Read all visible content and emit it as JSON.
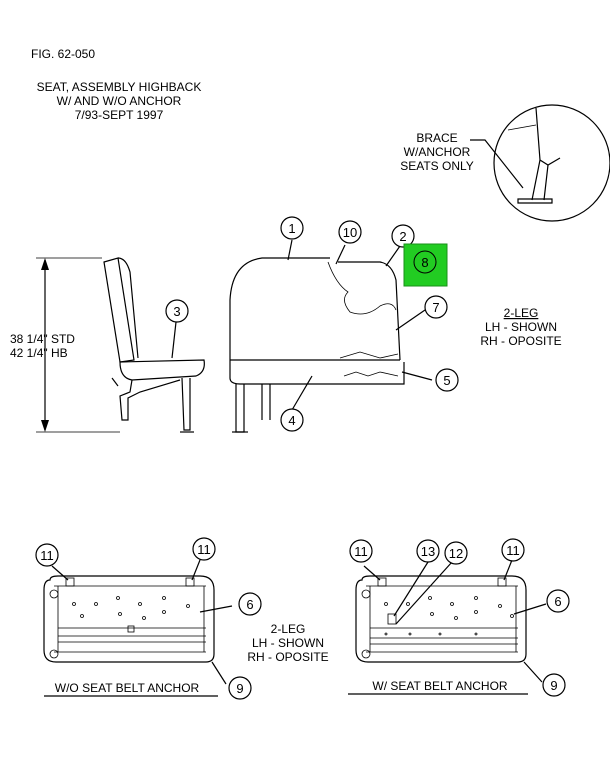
{
  "figure": {
    "fig_label": "FIG. 62-050",
    "title_lines": [
      "SEAT, ASSEMBLY HIGHBACK",
      "W/ AND W/O ANCHOR",
      "7/93-SEPT 1997"
    ]
  },
  "brace_note": [
    "BRACE",
    "W/ANCHOR",
    "SEATS ONLY"
  ],
  "dimension": [
    "38 1/4\" STD",
    "42 1/4\" HB"
  ],
  "leg_note_upper": [
    "2-LEG",
    "LH - SHOWN",
    "RH - OPOSITE"
  ],
  "leg_note_lower": [
    "2-LEG",
    "LH - SHOWN",
    "RH - OPOSITE"
  ],
  "captions": {
    "left": "W/O SEAT BELT ANCHOR",
    "right": "W/ SEAT BELT ANCHOR"
  },
  "callouts": {
    "c1": "1",
    "c2": "2",
    "c3": "3",
    "c4": "4",
    "c5": "5",
    "c6": "6",
    "c7": "7",
    "c8": "8",
    "c9": "9",
    "c10": "10",
    "c11": "11",
    "c12": "12",
    "c13": "13"
  },
  "highlight_color": "#22cc22"
}
